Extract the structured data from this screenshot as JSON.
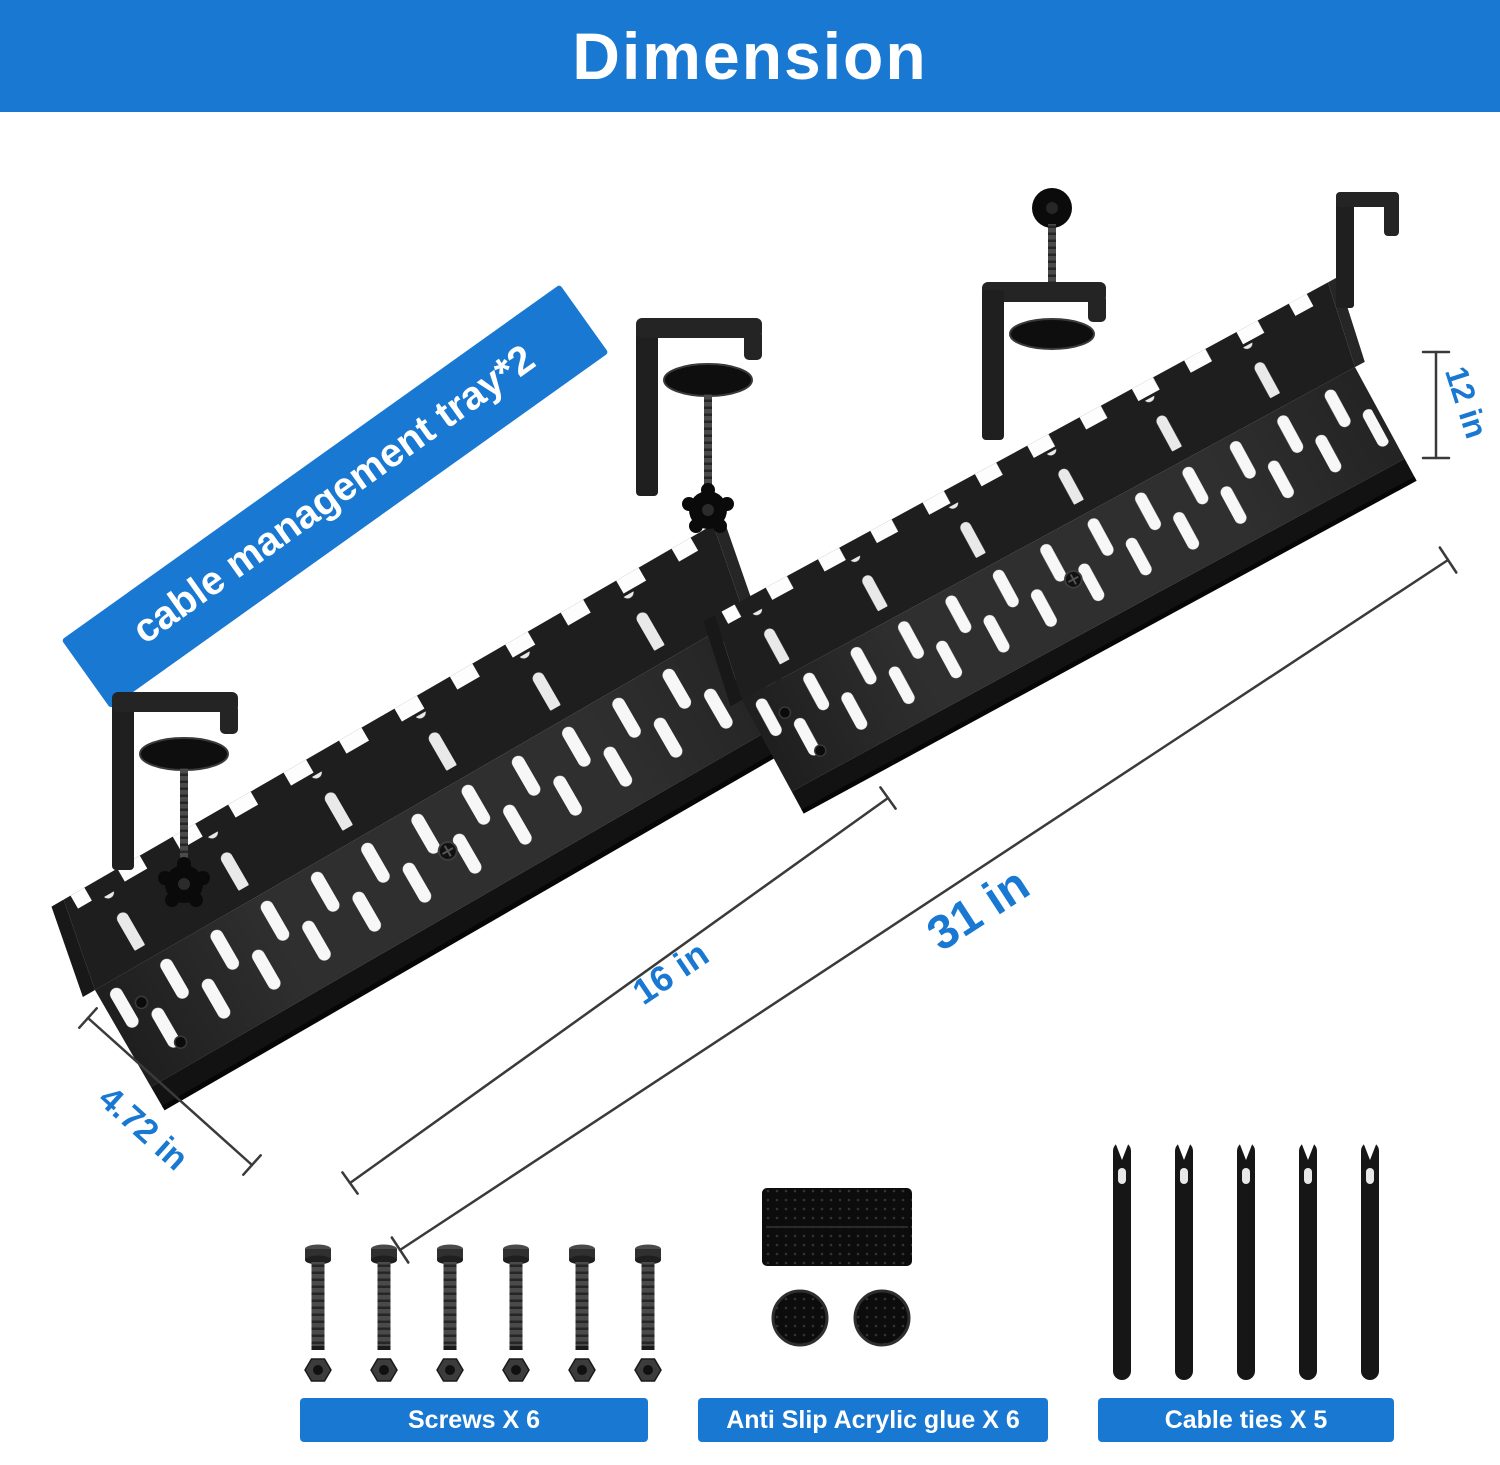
{
  "header": {
    "title": "Dimension"
  },
  "colors": {
    "accent": "#1878d2",
    "banner_text": "#ffffff",
    "tray": "#2f2f2f"
  },
  "banner": {
    "label": "cable management tray*2"
  },
  "dimensions": {
    "depth": "4.72 in",
    "tray_length": "16 in",
    "total_length": "31 in",
    "height": "12 in"
  },
  "accessories": [
    {
      "label": "Screws X 6"
    },
    {
      "label": "Anti Slip Acrylic glue X 6"
    },
    {
      "label": "Cable ties X 5"
    }
  ]
}
